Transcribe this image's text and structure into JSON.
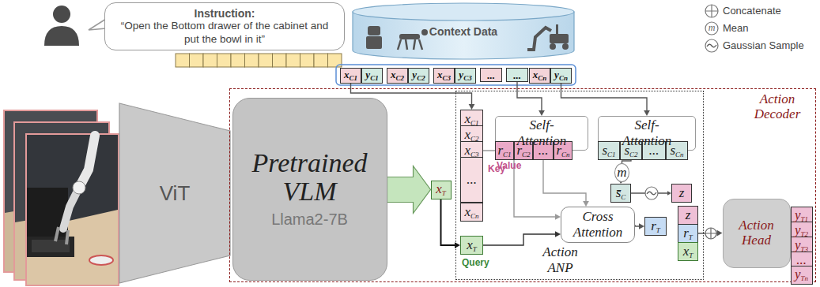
{
  "diagram": {
    "nodes": [
      {
        "text": [
          "Instruction:",
          "“Open the Bottom drawer of the cabinet and put the bowl in it”"
        ]
      },
      {
        "text": [
          "Context Data"
        ]
      },
      {
        "text": [
          "xC1"
        ]
      },
      {
        "text": [
          "yC1"
        ]
      },
      {
        "text": [
          "xC2"
        ]
      },
      {
        "text": [
          "yC2"
        ]
      },
      {
        "text": [
          "xC3"
        ]
      },
      {
        "text": [
          "yC3"
        ]
      },
      {
        "text": [
          "..."
        ]
      },
      {
        "text": [
          "..."
        ]
      },
      {
        "text": [
          "xCn"
        ]
      },
      {
        "text": [
          "yCn"
        ]
      },
      {
        "text": [
          "ViT"
        ]
      },
      {
        "text": [
          "Action Decoder"
        ]
      },
      {
        "text": [
          "Pretrained VLM",
          "Llama2-7B"
        ],
        "in": 13
      },
      {
        "text": [
          "xT"
        ],
        "in": 13
      },
      {
        "text": [
          "Action ANP"
        ],
        "in": 13
      },
      {
        "text": [
          "xC1"
        ],
        "in": 16
      },
      {
        "text": [
          "xC2"
        ],
        "in": 16
      },
      {
        "text": [
          "xC3"
        ],
        "in": 16
      },
      {
        "text": [
          "..."
        ],
        "in": 16
      },
      {
        "text": [
          "xCn"
        ],
        "in": 16
      },
      {
        "text": [
          "xT"
        ],
        "in": 16
      },
      {
        "text": [
          "Self-Attention"
        ],
        "in": 16
      },
      {
        "text": [
          "Self-Attention"
        ],
        "in": 16
      },
      {
        "text": [
          "rC1"
        ],
        "in": 16
      },
      {
        "text": [
          "rC2"
        ],
        "in": 16
      },
      {
        "text": [
          "..."
        ],
        "in": 16
      },
      {
        "text": [
          "rCn"
        ],
        "in": 16
      },
      {
        "text": [
          "sC1"
        ],
        "in": 16
      },
      {
        "text": [
          "sC2"
        ],
        "in": 16
      },
      {
        "text": [
          "..."
        ],
        "in": 16
      },
      {
        "text": [
          "sCn"
        ],
        "in": 16
      },
      {
        "text": [
          "m"
        ],
        "in": 16
      },
      {
        "text": [
          "s̄C"
        ],
        "in": 16
      },
      {
        "text": [
          "z"
        ],
        "in": 16
      },
      {
        "text": [
          "Cross Attention"
        ],
        "in": 16
      },
      {
        "text": [
          "rT"
        ],
        "in": 16
      },
      {
        "text": [
          "z"
        ],
        "in": 16
      },
      {
        "text": [
          "rT"
        ],
        "in": 16
      },
      {
        "text": [
          "xT"
        ],
        "in": 16
      },
      {
        "text": [
          "Action Head"
        ],
        "in": 13
      },
      {
        "text": [
          "yT1"
        ],
        "in": 13
      },
      {
        "text": [
          "yT2"
        ],
        "in": 13
      },
      {
        "text": [
          "yT3"
        ],
        "in": 13
      },
      {
        "text": [
          "..."
        ],
        "in": 13
      },
      {
        "text": [
          "yTn"
        ],
        "in": 13
      }
    ],
    "edges": [
      {
        "from": 2,
        "to": 17,
        "arrow": "to"
      },
      {
        "from": 9,
        "to": 23,
        "arrow": "to"
      },
      {
        "from": 11,
        "to": 24,
        "arrow": "to"
      },
      {
        "from": 23,
        "to": 27,
        "arrow": "to"
      },
      {
        "from": 24,
        "to": 31,
        "arrow": "to"
      },
      {
        "from": 30,
        "to": 33,
        "arrow": "none"
      },
      {
        "from": 33,
        "to": 34,
        "arrow": "to"
      },
      {
        "from": 34,
        "to": 35,
        "arrow": "to"
      },
      {
        "from": 19,
        "to": 36,
        "arrow": "to"
      },
      {
        "from": 22,
        "to": 36,
        "arrow": "to"
      },
      {
        "from": 27,
        "to": 36,
        "arrow": "to"
      },
      {
        "from": 15,
        "to": 22,
        "arrow": "to"
      },
      {
        "from": 36,
        "to": 37,
        "arrow": "to"
      },
      {
        "from": 14,
        "to": 15,
        "arrow": "to"
      },
      {
        "from": 39,
        "to": 41,
        "arrow": "to"
      }
    ],
    "labels": [
      "m",
      "Key",
      "Value",
      "Query"
    ],
    "legend": [
      {
        "text": "Concatenate"
      },
      {
        "text": "Mean"
      },
      {
        "text": "Gaussian Sample"
      }
    ]
  }
}
